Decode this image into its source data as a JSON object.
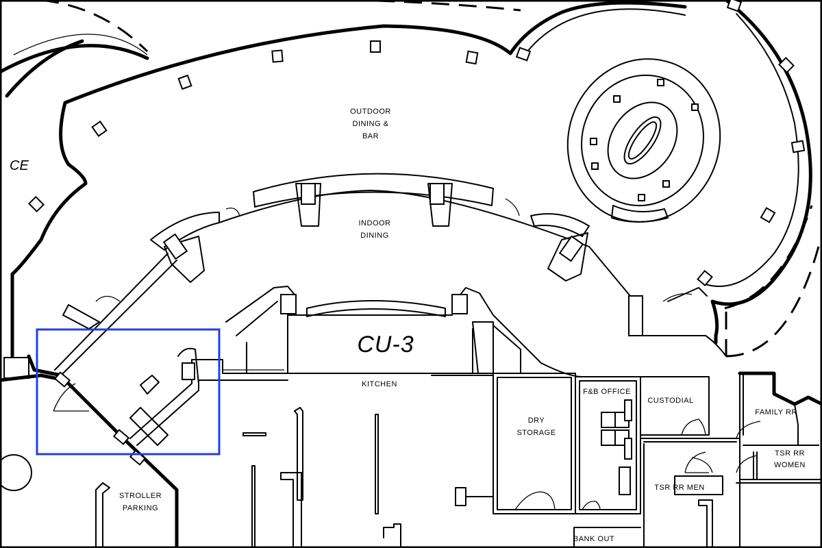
{
  "plan": {
    "labels": {
      "ce": "CE",
      "outdoor": [
        "OUTDOOR",
        "DINING &",
        "BAR"
      ],
      "indoor": [
        "INDOOR",
        "DINING"
      ],
      "cu3": "CU-3",
      "kitchen": "KITCHEN",
      "dry_storage": [
        "DRY",
        "STORAGE"
      ],
      "fb_office": "F&B OFFICE",
      "custodial": "CUSTODIAL",
      "family_rr": "FAMILY RR",
      "tsr_rr_women": [
        "TSR RR",
        "WOMEN"
      ],
      "tsr_rr_men": "TSR RR MEN",
      "stroller": [
        "STROLLER",
        "PARKING"
      ],
      "bank_out": "BANK OUT"
    },
    "selection_color": "#1f3fe0"
  }
}
